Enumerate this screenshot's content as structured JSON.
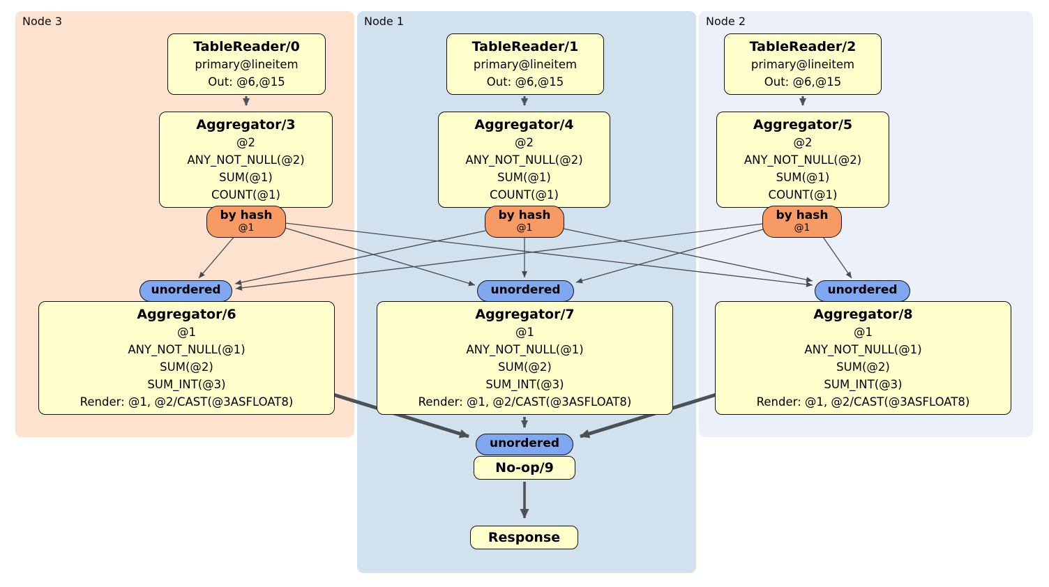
{
  "nodes": [
    {
      "label": "Node 3",
      "table_reader": {
        "title": "TableReader/0",
        "lines": [
          "primary@lineitem",
          "Out: @6,@15"
        ]
      },
      "aggregator_top": {
        "title": "Aggregator/3",
        "lines": [
          "@2",
          "ANY_NOT_NULL(@2)",
          "SUM(@1)",
          "COUNT(@1)"
        ]
      },
      "hash_router": {
        "label": "by hash",
        "detail": "@1"
      },
      "stream_sync": {
        "label": "unordered"
      },
      "aggregator_bottom": {
        "title": "Aggregator/6",
        "lines": [
          "@1",
          "ANY_NOT_NULL(@1)",
          "SUM(@2)",
          "SUM_INT(@3)",
          "Render: @1, @2/CAST(@3ASFLOAT8)"
        ]
      }
    },
    {
      "label": "Node 1",
      "table_reader": {
        "title": "TableReader/1",
        "lines": [
          "primary@lineitem",
          "Out: @6,@15"
        ]
      },
      "aggregator_top": {
        "title": "Aggregator/4",
        "lines": [
          "@2",
          "ANY_NOT_NULL(@2)",
          "SUM(@1)",
          "COUNT(@1)"
        ]
      },
      "hash_router": {
        "label": "by hash",
        "detail": "@1"
      },
      "stream_sync": {
        "label": "unordered"
      },
      "aggregator_bottom": {
        "title": "Aggregator/7",
        "lines": [
          "@1",
          "ANY_NOT_NULL(@1)",
          "SUM(@2)",
          "SUM_INT(@3)",
          "Render: @1, @2/CAST(@3ASFLOAT8)"
        ]
      }
    },
    {
      "label": "Node 2",
      "table_reader": {
        "title": "TableReader/2",
        "lines": [
          "primary@lineitem",
          "Out: @6,@15"
        ]
      },
      "aggregator_top": {
        "title": "Aggregator/5",
        "lines": [
          "@2",
          "ANY_NOT_NULL(@2)",
          "SUM(@1)",
          "COUNT(@1)"
        ]
      },
      "hash_router": {
        "label": "by hash",
        "detail": "@1"
      },
      "stream_sync": {
        "label": "unordered"
      },
      "aggregator_bottom": {
        "title": "Aggregator/8",
        "lines": [
          "@1",
          "ANY_NOT_NULL(@1)",
          "SUM(@2)",
          "SUM_INT(@3)",
          "Render: @1, @2/CAST(@3ASFLOAT8)"
        ]
      }
    }
  ],
  "final": {
    "stream_sync": {
      "label": "unordered"
    },
    "noop": {
      "title": "No-op/9"
    },
    "response": {
      "title": "Response"
    }
  },
  "colors": {
    "node3_bg": "#fde2cf",
    "node1_bg": "#d2e1ee",
    "node2_bg": "#ecf0f9",
    "box_fill": "#ffffcc",
    "box_border": "#111111",
    "hash_fill": "#f79a63",
    "sync_fill": "#7fa8f0"
  }
}
